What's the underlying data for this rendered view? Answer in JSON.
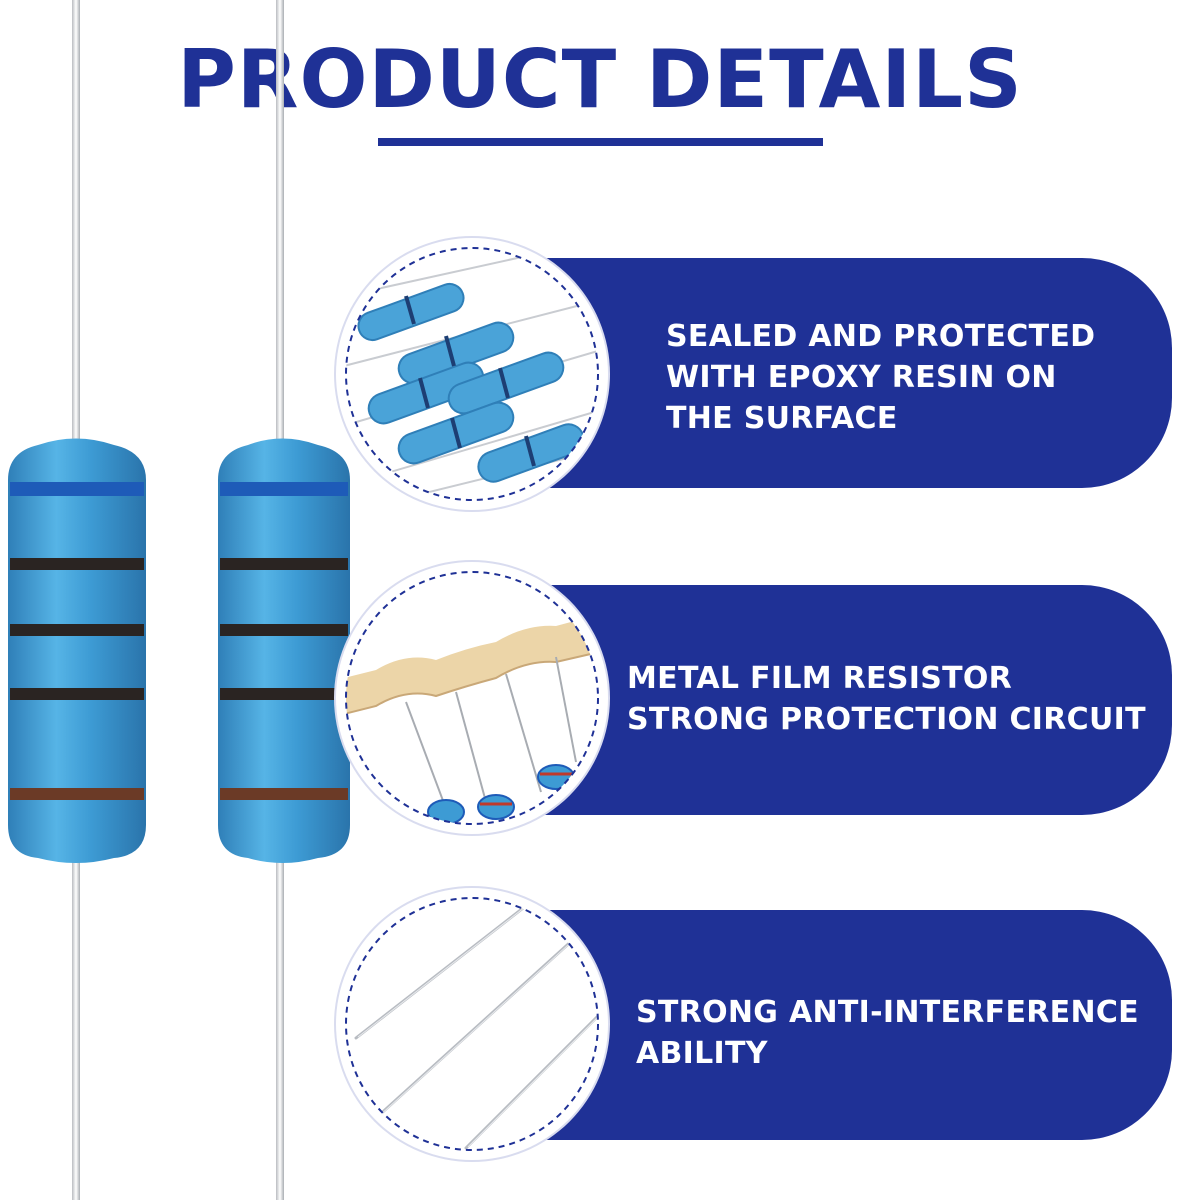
{
  "header": {
    "title": "PRODUCT DETAILS"
  },
  "features": [
    {
      "text": "SEALED AND PROTECTED\nWITH EPOXY RESIN ON\nTHE SURFACE",
      "image": "resistor-pile-photo"
    },
    {
      "text": "METAL FILM RESISTOR\nSTRONG PROTECTION CIRCUIT",
      "image": "taped-resistors-photo"
    },
    {
      "text": "STRONG ANTI-INTERFERENCE\nABILITY",
      "image": "resistor-leads-photo"
    }
  ],
  "colors": {
    "brand_blue": "#1f3196",
    "resistor_body": "#3d9bd4",
    "band_dark": "#2a2422",
    "band_blue": "#1e5bb8",
    "band_brown": "#6b3a26"
  }
}
